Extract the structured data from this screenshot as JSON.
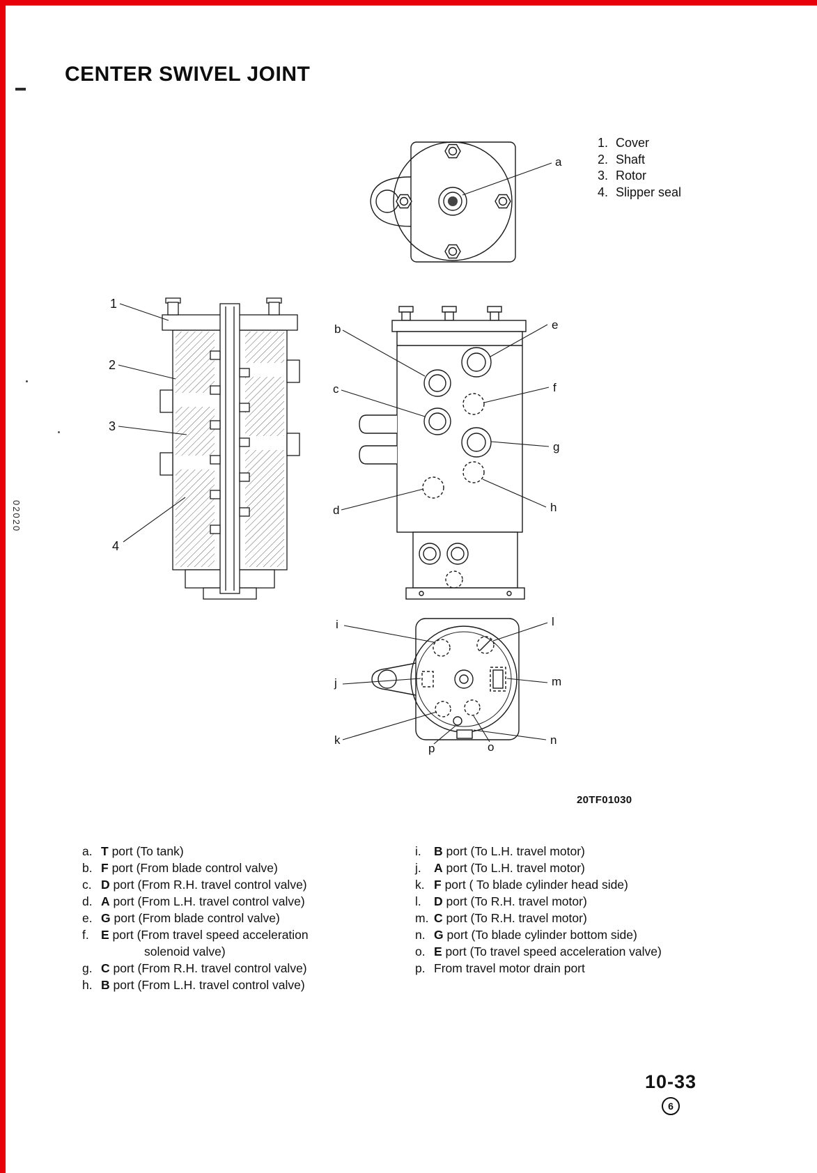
{
  "page": {
    "title": "CENTER SWIVEL JOINT",
    "figure_ref": "20TF01030",
    "page_number": "10-33",
    "page_number_sub": "6",
    "side_text": "02020"
  },
  "colors": {
    "scan_red": "#e8000b",
    "ink": "#1a1a1a"
  },
  "parts_list": [
    {
      "num": "1.",
      "label": "Cover"
    },
    {
      "num": "2.",
      "label": "Shaft"
    },
    {
      "num": "3.",
      "label": "Rotor"
    },
    {
      "num": "4.",
      "label": "Slipper seal"
    }
  ],
  "callouts": {
    "a": "a",
    "b": "b",
    "c": "c",
    "d": "d",
    "e": "e",
    "f": "f",
    "g": "g",
    "h": "h",
    "i": "i",
    "j": "j",
    "k": "k",
    "l": "l",
    "m": "m",
    "n": "n",
    "o": "o",
    "p": "p",
    "n1": "1",
    "n2": "2",
    "n3": "3",
    "n4": "4"
  },
  "legend_left": [
    {
      "key": "a.",
      "port": "T",
      "rest": " port (To tank)"
    },
    {
      "key": "b.",
      "port": "F",
      "rest": " port (From blade control valve)"
    },
    {
      "key": "c.",
      "port": "D",
      "rest": " port (From R.H. travel control valve)"
    },
    {
      "key": "d.",
      "port": "A",
      "rest": " port (From L.H. travel control valve)"
    },
    {
      "key": "e.",
      "port": "G",
      "rest": " port (From blade control valve)"
    },
    {
      "key": "f.",
      "port": "E",
      "rest": " port (From travel speed acceleration",
      "rest2": "solenoid valve)"
    },
    {
      "key": "g.",
      "port": "C",
      "rest": " port (From R.H. travel control valve)"
    },
    {
      "key": "h.",
      "port": "B",
      "rest": " port (From L.H. travel control valve)"
    }
  ],
  "legend_right": [
    {
      "key": "i.",
      "port": "B",
      "rest": " port (To L.H. travel motor)"
    },
    {
      "key": "j.",
      "port": "A",
      "rest": " port (To L.H. travel motor)"
    },
    {
      "key": "k.",
      "port": "F",
      "rest": " port ( To blade cylinder head side)"
    },
    {
      "key": "l.",
      "port": "D",
      "rest": " port (To R.H. travel motor)"
    },
    {
      "key": "m.",
      "port": "C",
      "rest": " port (To R.H. travel motor)"
    },
    {
      "key": "n.",
      "port": "G",
      "rest": " port (To blade cylinder bottom side)"
    },
    {
      "key": "o.",
      "port": "E",
      "rest": " port (To travel speed acceleration valve)"
    },
    {
      "key": "p.",
      "port": "",
      "rest": "From travel motor drain port"
    }
  ]
}
